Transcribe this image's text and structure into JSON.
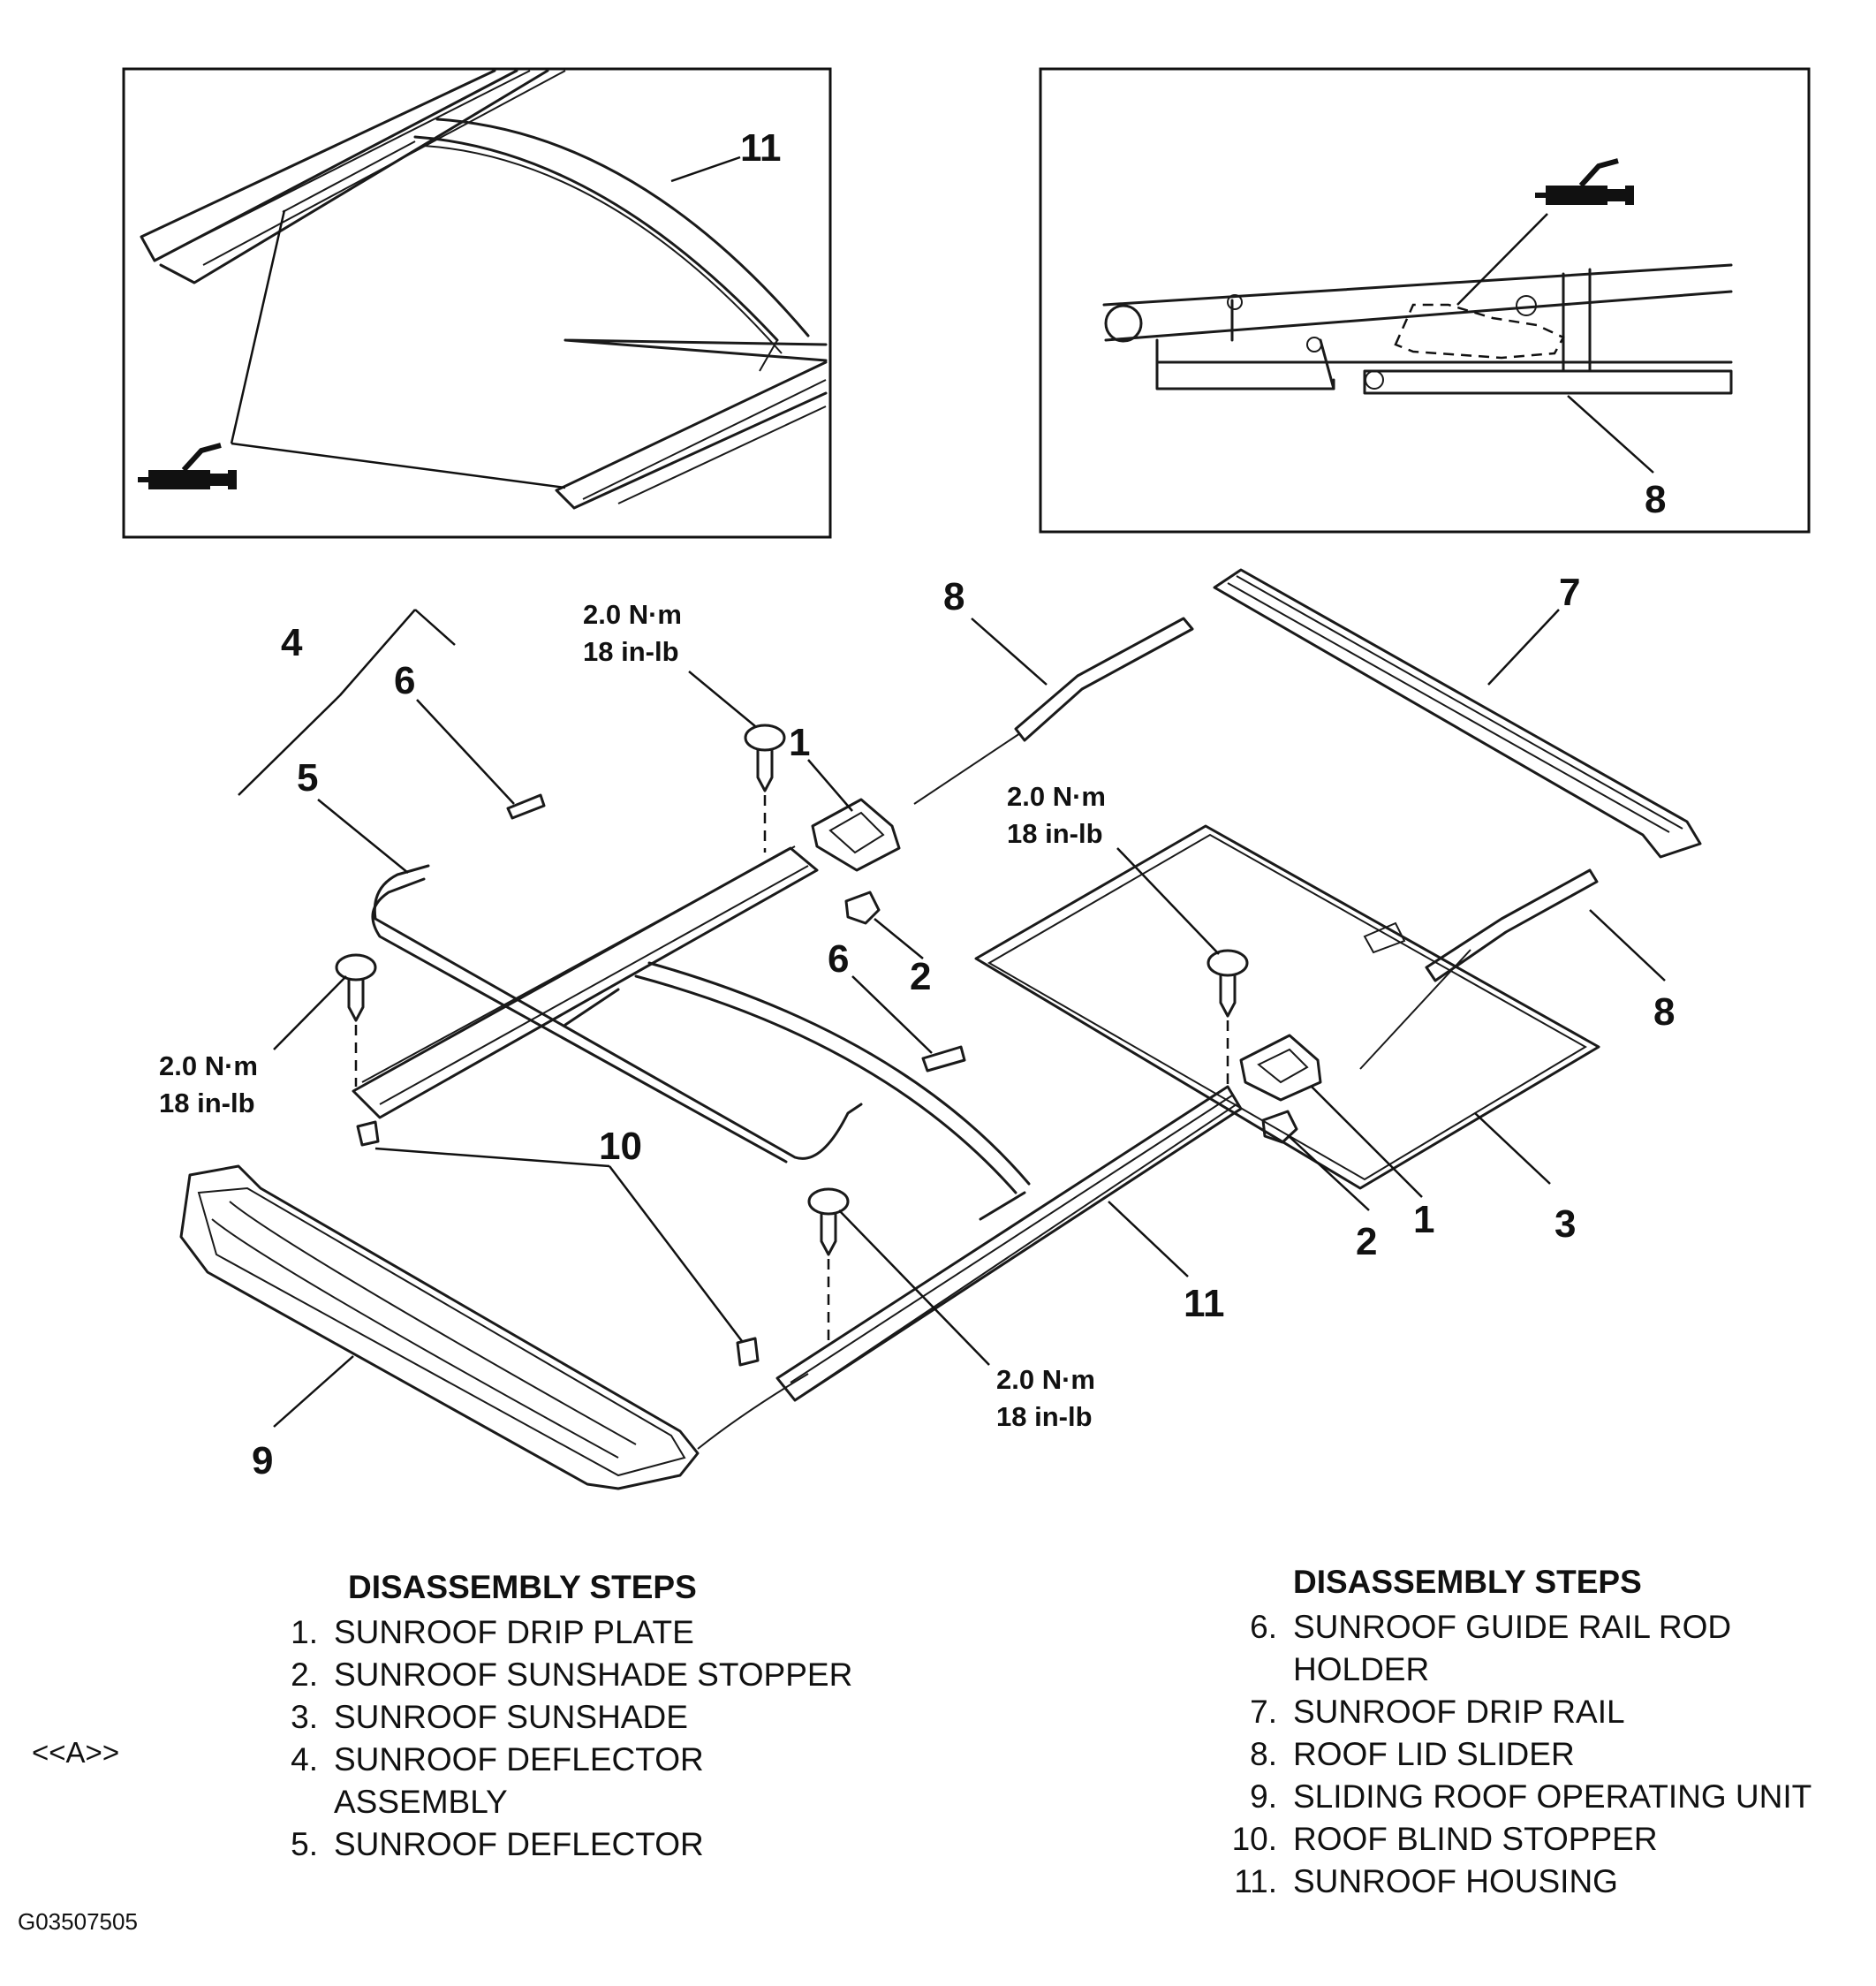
{
  "callouts": {
    "c11_inset": "11",
    "c8_inset": "8",
    "c4": "4",
    "c6_left": "6",
    "c5": "5",
    "c1_top": "1",
    "c8_top": "8",
    "c7": "7",
    "c2_mid": "2",
    "c6_mid": "6",
    "c8_right": "8",
    "c10": "10",
    "c1_right": "1",
    "c3": "3",
    "c2_right": "2",
    "c11_main": "11",
    "c9": "9"
  },
  "torque_specs": [
    {
      "nm": "2.0 N·m",
      "inlb": "18 in-lb"
    },
    {
      "nm": "2.0 N·m",
      "inlb": "18 in-lb"
    },
    {
      "nm": "2.0 N·m",
      "inlb": "18 in-lb"
    },
    {
      "nm": "2.0 N·m",
      "inlb": "18 in-lb"
    }
  ],
  "steps_left": {
    "title": "DISASSEMBLY STEPS",
    "items": [
      {
        "num": "1.",
        "label": "SUNROOF DRIP PLATE"
      },
      {
        "num": "2.",
        "label": "SUNROOF SUNSHADE STOPPER"
      },
      {
        "num": "3.",
        "label": "SUNROOF SUNSHADE"
      },
      {
        "num": "4.",
        "label": "SUNROOF DEFLECTOR"
      },
      {
        "num": "",
        "label": "ASSEMBLY"
      },
      {
        "num": "5.",
        "label": "SUNROOF DEFLECTOR"
      }
    ]
  },
  "steps_right": {
    "title": "DISASSEMBLY STEPS",
    "items": [
      {
        "num": "6.",
        "label": "SUNROOF GUIDE RAIL ROD"
      },
      {
        "num": "",
        "label": "HOLDER"
      },
      {
        "num": "7.",
        "label": "SUNROOF DRIP RAIL"
      },
      {
        "num": "8.",
        "label": "ROOF LID SLIDER"
      },
      {
        "num": "9.",
        "label": "SLIDING ROOF OPERATING UNIT"
      },
      {
        "num": "10.",
        "label": "ROOF BLIND STOPPER"
      },
      {
        "num": "11.",
        "label": "SUNROOF HOUSING"
      }
    ]
  },
  "note_marker": "<<A>>",
  "figure_code": "G03507505",
  "icons": [
    "grease-gun-icon",
    "grease-gun-icon"
  ]
}
